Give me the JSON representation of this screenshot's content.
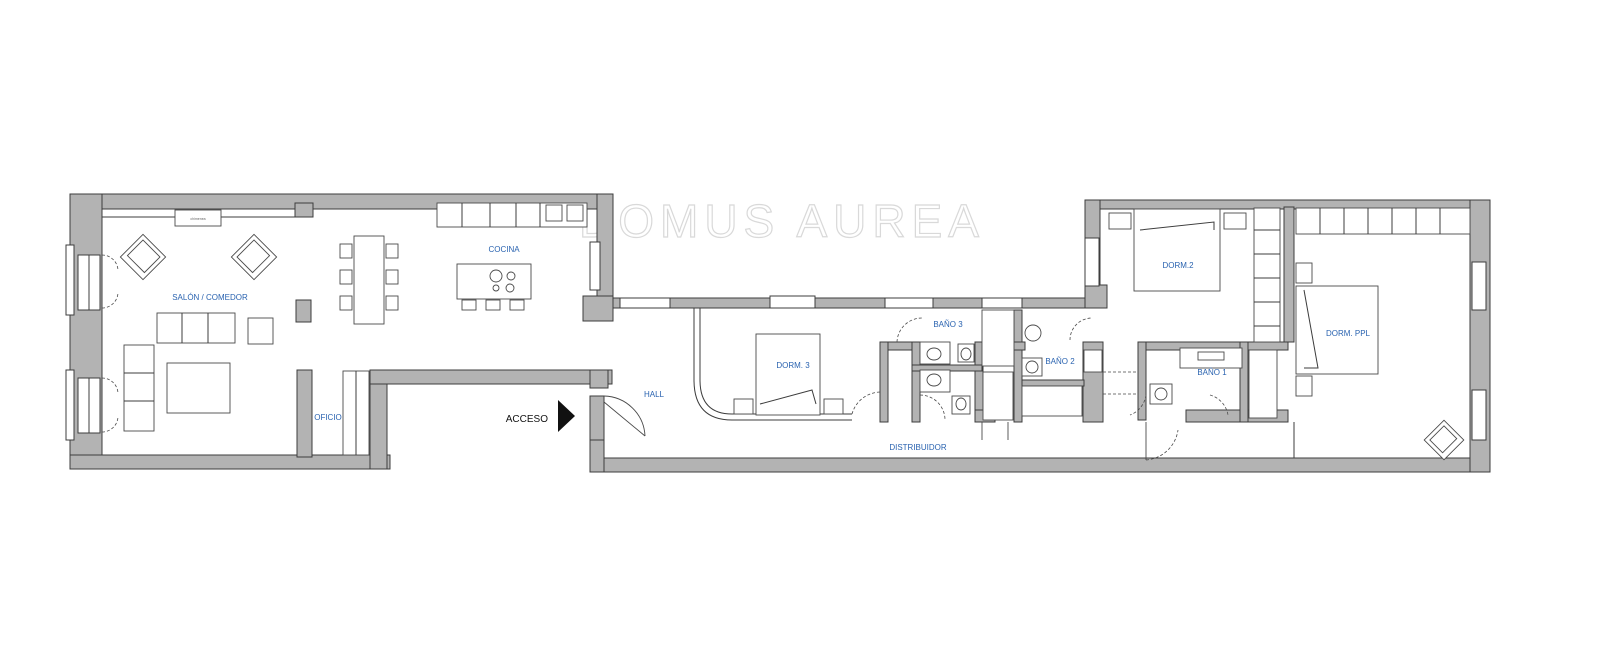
{
  "watermark": "DOMUS AUREA",
  "rooms": {
    "salon": "SALÓN / COMEDOR",
    "cocina": "COCINA",
    "oficio": "OFICIO",
    "hall": "HALL",
    "acceso": "ACCESO",
    "dorm3": "DORM. 3",
    "bano3": "BAÑO 3",
    "bano2": "BAÑO 2",
    "bano1": "BAÑO 1",
    "distribuidor": "DISTRIBUIDOR",
    "dorm2": "DORM.2",
    "dormppl": "DORM. PPL"
  },
  "colors": {
    "wall_fill": "#b3b3b3",
    "line": "#3c3c3c",
    "room_label": "#2a63b0",
    "watermark": "#d9d9d9"
  },
  "icons": {
    "entrance": "triangle-arrow-right"
  }
}
